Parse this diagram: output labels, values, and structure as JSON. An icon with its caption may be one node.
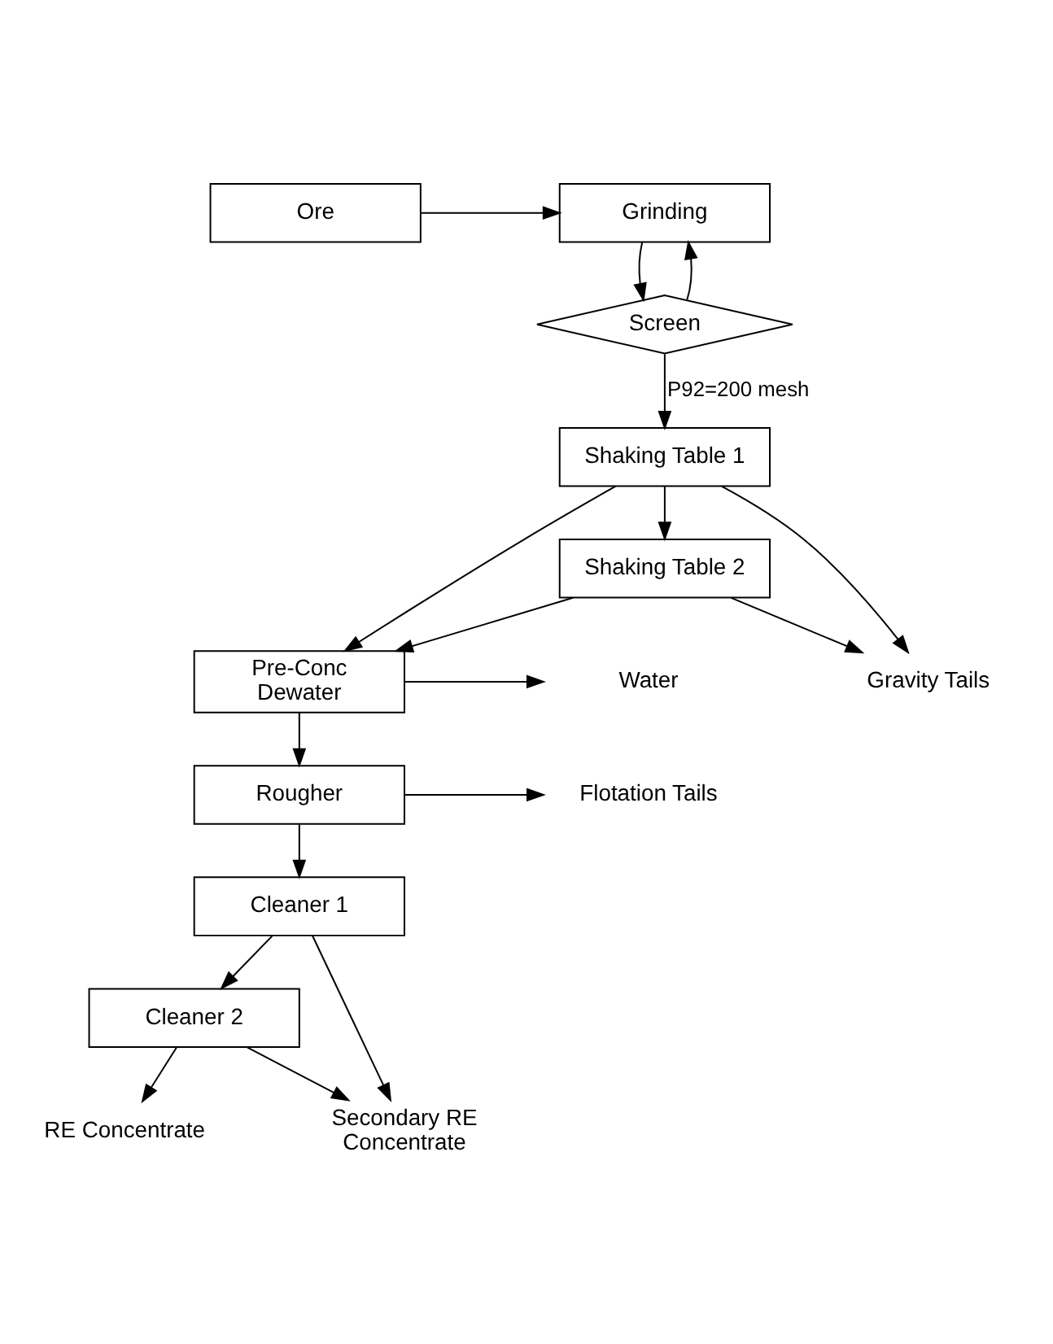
{
  "diagram": {
    "nodes": [
      {
        "text": [
          "Ore"
        ]
      },
      {
        "text": [
          "Grinding"
        ]
      },
      {
        "text": [
          "Screen"
        ]
      },
      {
        "text": [
          "Shaking Table 1"
        ]
      },
      {
        "text": [
          "Shaking Table 2"
        ]
      },
      {
        "text": [
          "Pre-Conc Dewater"
        ]
      },
      {
        "text": [
          "Water"
        ]
      },
      {
        "text": [
          "Rougher"
        ]
      },
      {
        "text": [
          "Flotation Tails"
        ]
      },
      {
        "text": [
          "Cleaner 1"
        ]
      },
      {
        "text": [
          "Cleaner 2"
        ]
      },
      {
        "text": [
          "Gravity Tails"
        ]
      },
      {
        "text": [
          "RE Concentrate"
        ]
      },
      {
        "text": [
          "Secondary RE Concentrate"
        ]
      }
    ],
    "edges": [
      {
        "from": 0,
        "to": 1,
        "arrow": "to"
      },
      {
        "from": 1,
        "to": 2,
        "arrow": "to"
      },
      {
        "from": 2,
        "to": 1,
        "arrow": "to"
      },
      {
        "from": 2,
        "to": 3,
        "label": "P92=200 mesh",
        "arrow": "to"
      },
      {
        "from": 3,
        "to": 4,
        "arrow": "to"
      },
      {
        "from": 3,
        "to": 5,
        "arrow": "to"
      },
      {
        "from": 4,
        "to": 5,
        "arrow": "to"
      },
      {
        "from": 3,
        "to": 11,
        "arrow": "to"
      },
      {
        "from": 4,
        "to": 11,
        "arrow": "to"
      },
      {
        "from": 5,
        "to": 6,
        "arrow": "to"
      },
      {
        "from": 5,
        "to": 7,
        "arrow": "to"
      },
      {
        "from": 7,
        "to": 8,
        "arrow": "to"
      },
      {
        "from": 7,
        "to": 9,
        "arrow": "to"
      },
      {
        "from": 9,
        "to": 10,
        "arrow": "to"
      },
      {
        "from": 9,
        "to": 13,
        "arrow": "to"
      },
      {
        "from": 10,
        "to": 13,
        "arrow": "to"
      },
      {
        "from": 10,
        "to": 12,
        "arrow": "to"
      }
    ]
  }
}
